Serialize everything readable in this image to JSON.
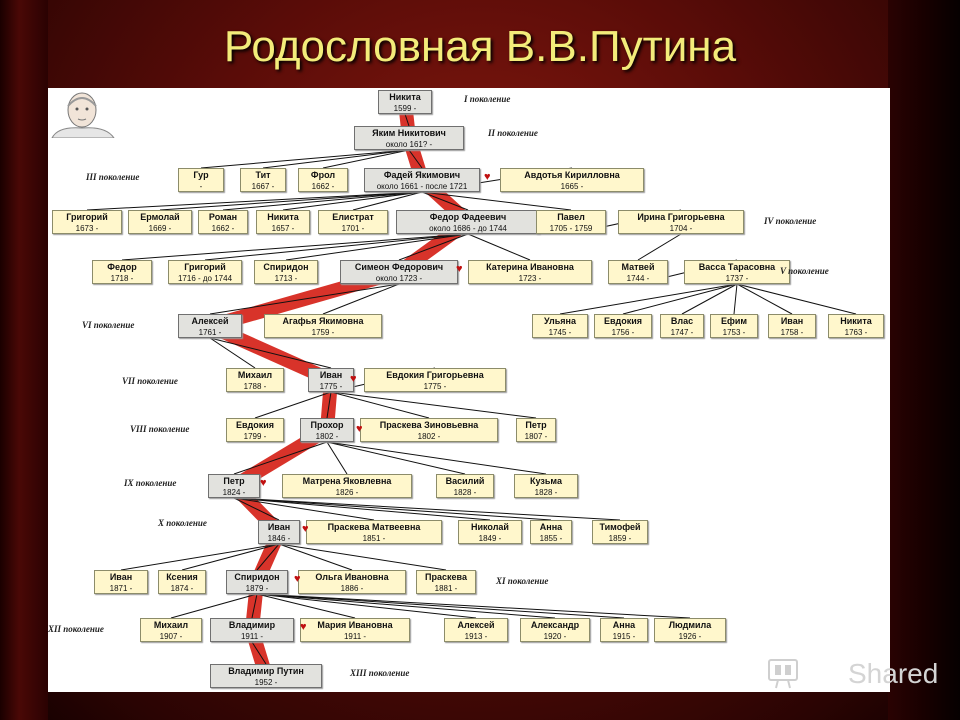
{
  "slide": {
    "title": "Родословная В.В.Путина",
    "watermark": "Shared"
  },
  "colors": {
    "lineage": "#d8332a",
    "link": "#111111",
    "node": "#fff7cc",
    "main_node": "#e2e2de"
  },
  "generations": [
    {
      "label": "I поколение"
    },
    {
      "label": "II поколение"
    },
    {
      "label": "III поколение"
    },
    {
      "label": "IV поколение"
    },
    {
      "label": "V поколение"
    },
    {
      "label": "VI поколение"
    },
    {
      "label": "VII поколение"
    },
    {
      "label": "VIII поколение"
    },
    {
      "label": "IX поколение"
    },
    {
      "label": "X поколение"
    },
    {
      "label": "XI поколение"
    },
    {
      "label": "XII поколение"
    },
    {
      "label": "XIII поколение"
    }
  ],
  "people": [
    {
      "name": "Никита",
      "years": "1599 -",
      "main": true
    },
    {
      "name": "Яким Никитович",
      "years": "около 161? -",
      "main": true
    },
    {
      "name": "Гур",
      "years": "-",
      "main": false
    },
    {
      "name": "Тит",
      "years": "1667 -",
      "main": false
    },
    {
      "name": "Фрол",
      "years": "1662 -",
      "main": false
    },
    {
      "name": "Фадей Якимович",
      "years": "около 1661 - после 1721",
      "main": true
    },
    {
      "name": "Авдотья Кирилловна",
      "years": "1665 -",
      "main": false
    },
    {
      "name": "Григорий",
      "years": "1673 -",
      "main": false
    },
    {
      "name": "Ермолай",
      "years": "1669 -",
      "main": false
    },
    {
      "name": "Роман",
      "years": "1662 -",
      "main": false
    },
    {
      "name": "Никита",
      "years": "1657 -",
      "main": false
    },
    {
      "name": "Елистрат",
      "years": "1701 -",
      "main": false
    },
    {
      "name": "Федор Фадеевич",
      "years": "около 1686 - до 1744",
      "main": true
    },
    {
      "name": "Павел",
      "years": "1705 - 1759",
      "main": false
    },
    {
      "name": "Ирина Григорьевна",
      "years": "1704 -",
      "main": false
    },
    {
      "name": "Федор",
      "years": "1718 -",
      "main": false
    },
    {
      "name": "Григорий",
      "years": "1716 - до 1744",
      "main": false
    },
    {
      "name": "Спиридон",
      "years": "1713 -",
      "main": false
    },
    {
      "name": "Симеон Федорович",
      "years": "около 1723 -",
      "main": true
    },
    {
      "name": "Катерина Ивановна",
      "years": "1723 -",
      "main": false
    },
    {
      "name": "Матвей",
      "years": "1744 -",
      "main": false
    },
    {
      "name": "Васса Тарасовна",
      "years": "1737 -",
      "main": false
    },
    {
      "name": "Алексей",
      "years": "1761 -",
      "main": true
    },
    {
      "name": "Агафья Якимовна",
      "years": "1759 -",
      "main": false
    },
    {
      "name": "Ульяна",
      "years": "1745 -",
      "main": false
    },
    {
      "name": "Евдокия",
      "years": "1756 -",
      "main": false
    },
    {
      "name": "Влас",
      "years": "1747 -",
      "main": false
    },
    {
      "name": "Ефим",
      "years": "1753 -",
      "main": false
    },
    {
      "name": "Иван",
      "years": "1758 -",
      "main": false
    },
    {
      "name": "Никита",
      "years": "1763 -",
      "main": false
    },
    {
      "name": "Михаил",
      "years": "1788 -",
      "main": false
    },
    {
      "name": "Иван",
      "years": "1775 -",
      "main": true
    },
    {
      "name": "Евдокия Григорьевна",
      "years": "1775 -",
      "main": false
    },
    {
      "name": "Евдокия",
      "years": "1799 -",
      "main": false
    },
    {
      "name": "Прохор",
      "years": "1802 -",
      "main": true
    },
    {
      "name": "Праскева Зиновьевна",
      "years": "1802 -",
      "main": false
    },
    {
      "name": "Петр",
      "years": "1807 -",
      "main": false
    },
    {
      "name": "Петр",
      "years": "1824 -",
      "main": true
    },
    {
      "name": "Матрена Яковлевна",
      "years": "1826 -",
      "main": false
    },
    {
      "name": "Василий",
      "years": "1828 -",
      "main": false
    },
    {
      "name": "Кузьма",
      "years": "1828 -",
      "main": false
    },
    {
      "name": "Иван",
      "years": "1846 -",
      "main": true
    },
    {
      "name": "Праскева Матвеевна",
      "years": "1851 -",
      "main": false
    },
    {
      "name": "Николай",
      "years": "1849 -",
      "main": false
    },
    {
      "name": "Анна",
      "years": "1855 -",
      "main": false
    },
    {
      "name": "Тимофей",
      "years": "1859 -",
      "main": false
    },
    {
      "name": "Иван",
      "years": "1871 -",
      "main": false
    },
    {
      "name": "Ксения",
      "years": "1874 -",
      "main": false
    },
    {
      "name": "Спиридон",
      "years": "1879 -",
      "main": true
    },
    {
      "name": "Ольга Ивановна",
      "years": "1886 -",
      "main": false
    },
    {
      "name": "Праскева",
      "years": "1881 -",
      "main": false
    },
    {
      "name": "Михаил",
      "years": "1907 -",
      "main": false
    },
    {
      "name": "Владимир",
      "years": "1911 -",
      "main": true
    },
    {
      "name": "Мария Ивановна",
      "years": "1911 -",
      "main": false
    },
    {
      "name": "Алексей",
      "years": "1913 -",
      "main": false
    },
    {
      "name": "Александр",
      "years": "1920 -",
      "main": false
    },
    {
      "name": "Анна",
      "years": "1915 -",
      "main": false
    },
    {
      "name": "Людмила",
      "years": "1926 -",
      "main": false
    },
    {
      "name": "Владимир Путин",
      "years": "1952 -",
      "main": true
    }
  ]
}
